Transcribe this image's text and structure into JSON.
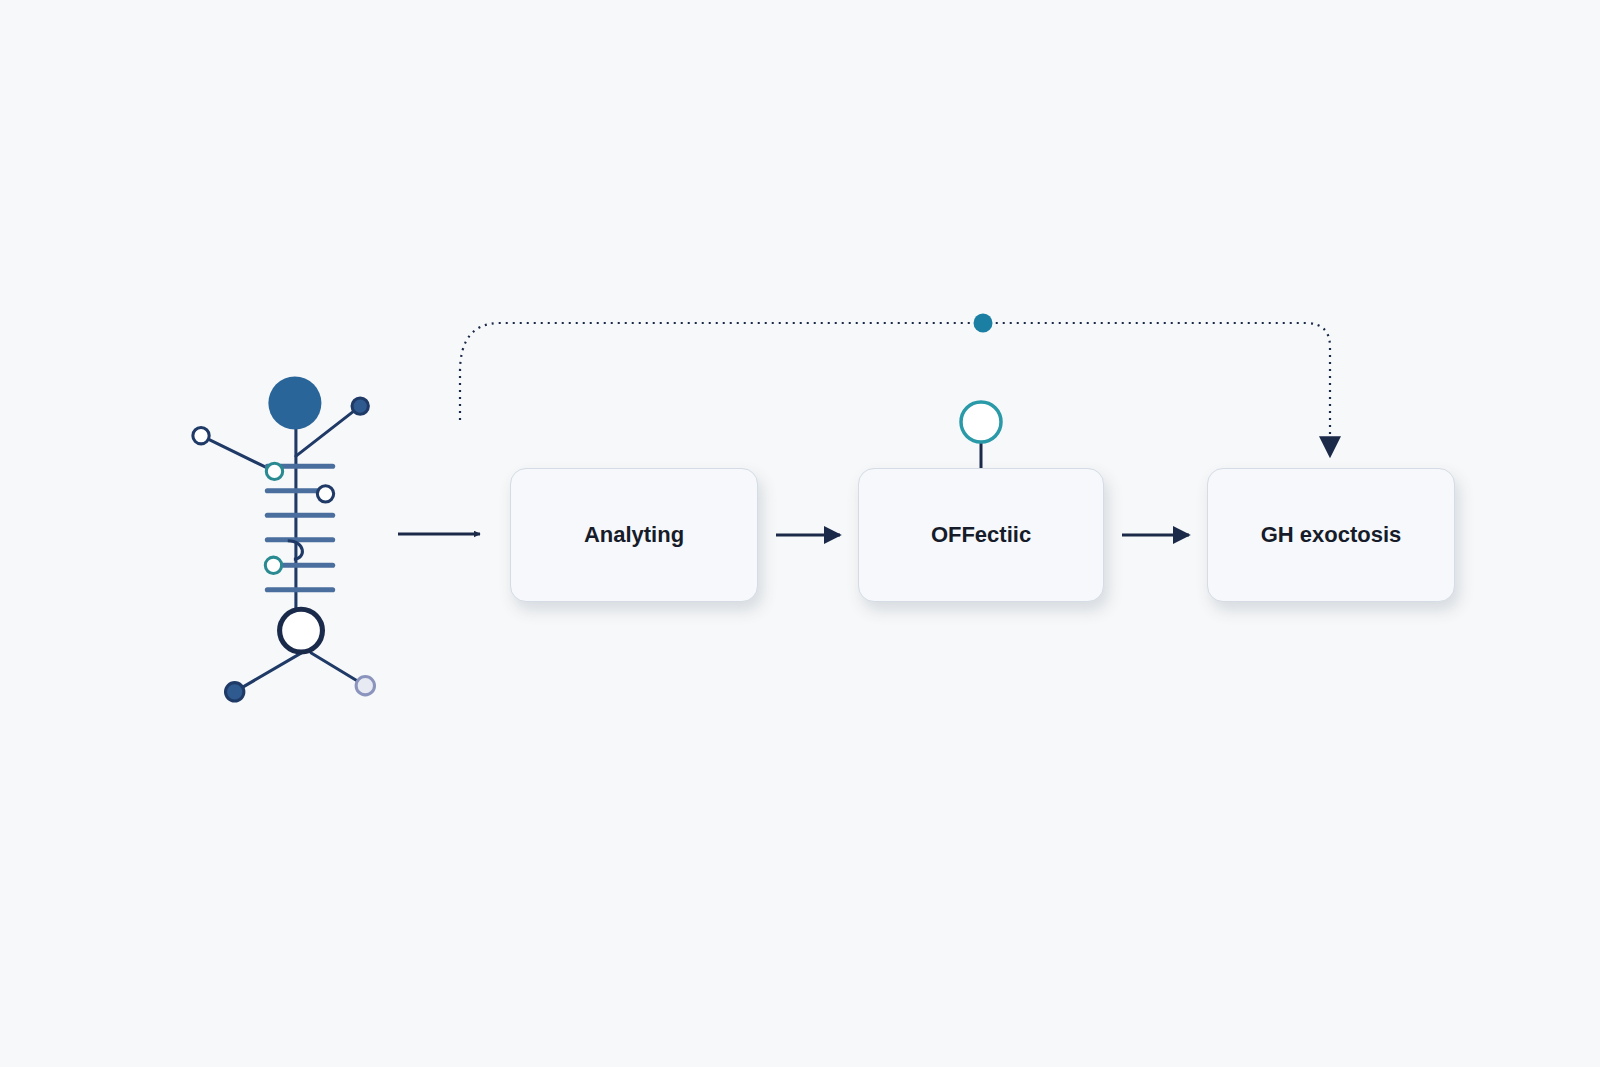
{
  "diagram": {
    "nodes": [
      {
        "text": [
          "Analyting"
        ]
      },
      {
        "text": [
          "OFFectiic"
        ]
      },
      {
        "text": [
          "GH exoctosis"
        ]
      }
    ],
    "edges": [
      {
        "from": 0,
        "to": 1,
        "arrow": "to"
      },
      {
        "from": 1,
        "to": 2,
        "arrow": "to"
      }
    ]
  }
}
